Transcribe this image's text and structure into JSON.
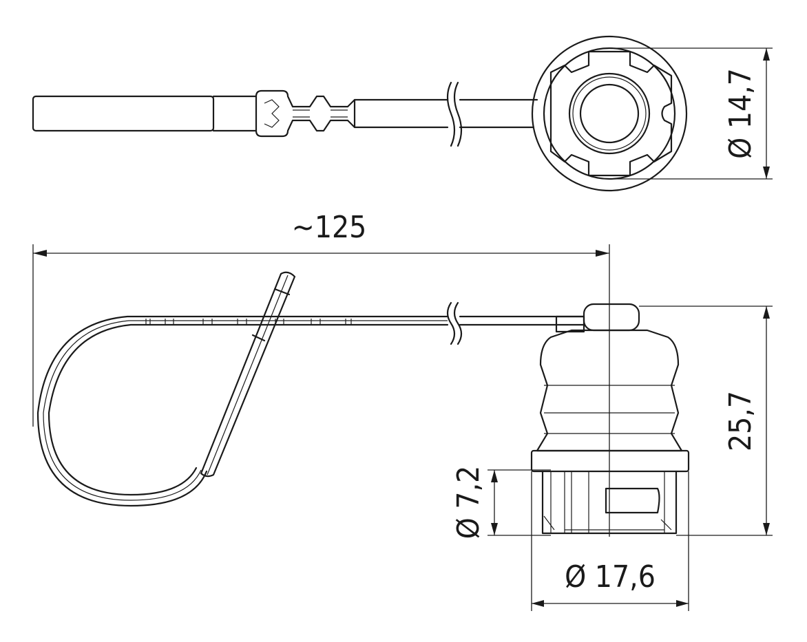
{
  "drawing": {
    "title": "Protective cap with retaining strap",
    "dimensions": {
      "top_diameter": "Ø 14,7",
      "length": "~125",
      "height": "25,7",
      "inner_diameter": "Ø 7,2",
      "outer_diameter": "Ø 17,6"
    },
    "colors": {
      "line": "#1a1a1a",
      "background": "#ffffff"
    }
  }
}
